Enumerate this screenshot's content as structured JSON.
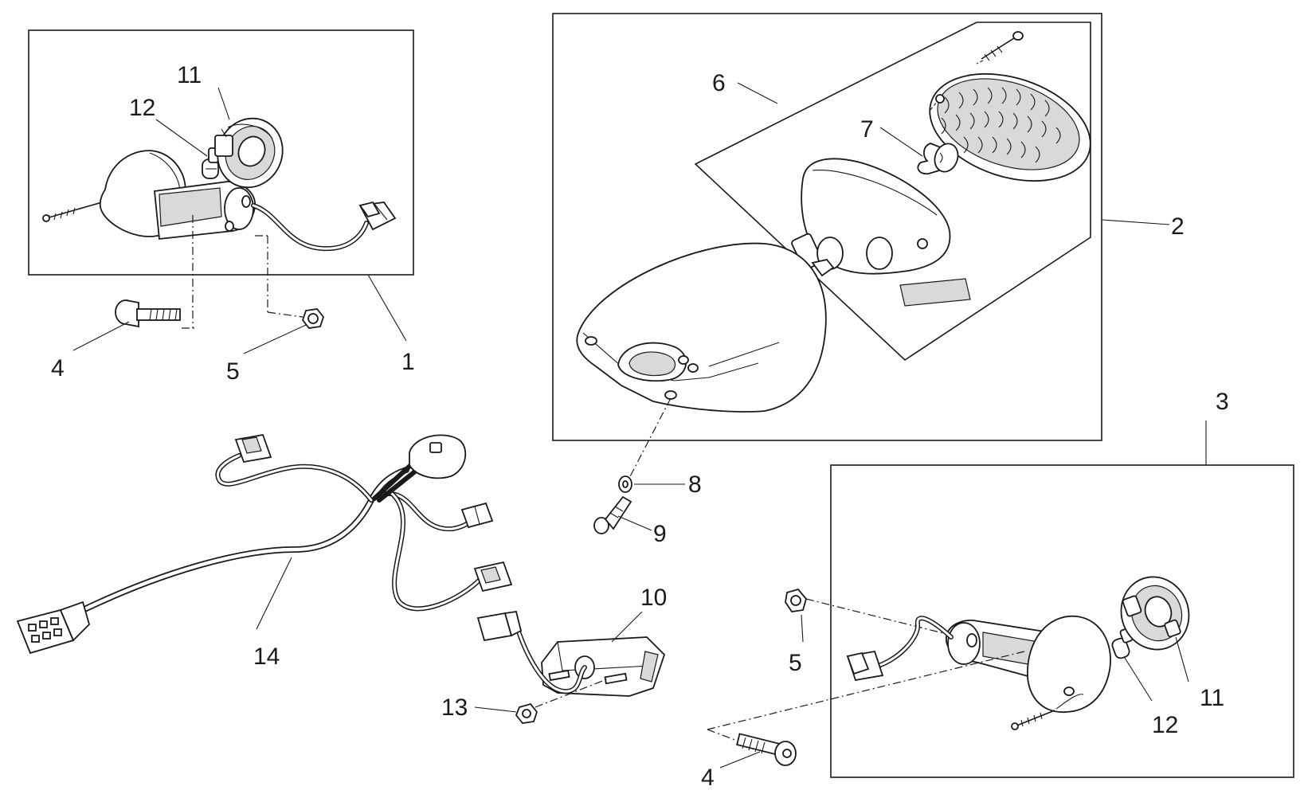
{
  "callouts": {
    "c1": "1",
    "c2": "2",
    "c3": "3",
    "c4_left": "4",
    "c4_bottom": "4",
    "c5_left": "5",
    "c5_right": "5",
    "c6": "6",
    "c7": "7",
    "c8": "8",
    "c9": "9",
    "c10": "10",
    "c11_left": "11",
    "c11_right": "11",
    "c12_left": "12",
    "c12_right": "12",
    "c13": "13",
    "c14": "14"
  },
  "colors": {
    "line": "#1a1a1a",
    "background": "#ffffff",
    "shade": "#d9d9d9"
  }
}
